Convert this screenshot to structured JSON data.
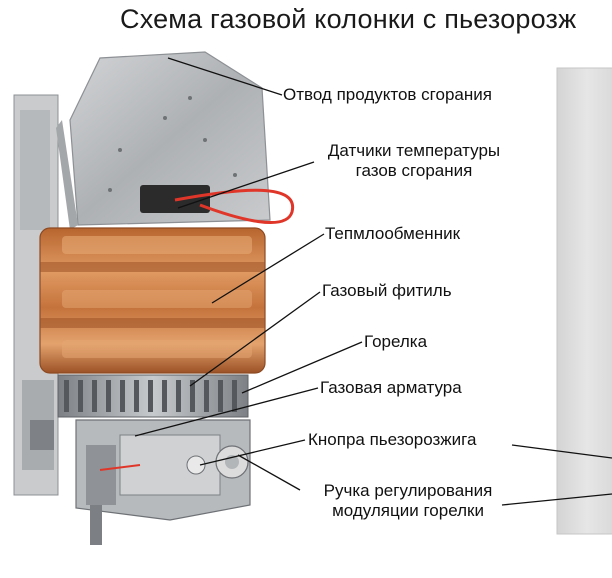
{
  "diagram": {
    "title": "Схема газовой колонки с пьезорозж",
    "labels": [
      {
        "id": "exhaust",
        "text": "Отвод продуктов сгорания"
      },
      {
        "id": "temp-sensors-1",
        "text": "Датчики температуры"
      },
      {
        "id": "temp-sensors-2",
        "text": "газов сгорания"
      },
      {
        "id": "heat-exchanger",
        "text": "Тепмлообменник"
      },
      {
        "id": "pilot",
        "text": "Газовый фитиль"
      },
      {
        "id": "burner",
        "text": "Горелка"
      },
      {
        "id": "gas-valve",
        "text": "Газовая арматура"
      },
      {
        "id": "piezo-button",
        "text": "Кнопра пьезорозжига"
      },
      {
        "id": "knob-1",
        "text": "Ручка регулирования"
      },
      {
        "id": "knob-2",
        "text": "модуляции горелки"
      }
    ],
    "colors": {
      "copper": "#c8733c",
      "copper_dark": "#8e4a22",
      "steel": "#bfc1c4",
      "steel_dark": "#8d9094",
      "wire": "#e0362a",
      "cover_panel": "#e2e2e2"
    }
  }
}
